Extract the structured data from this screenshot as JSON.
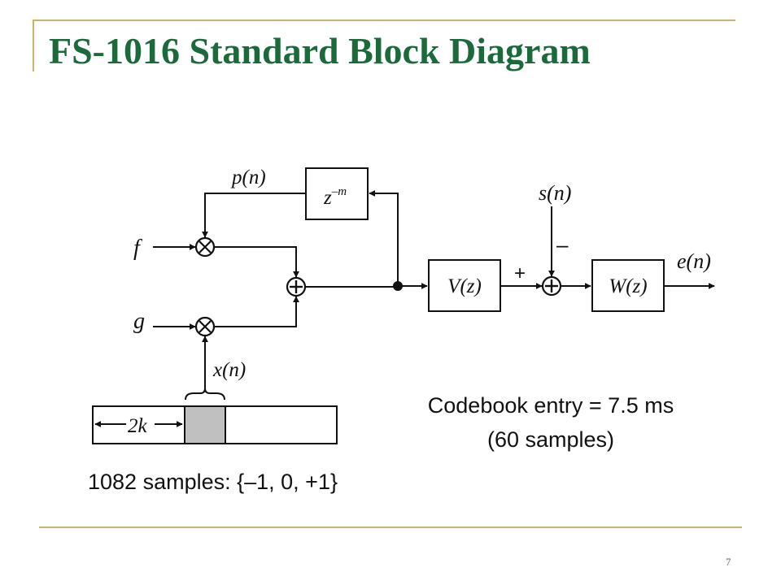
{
  "slide": {
    "title": "FS-1016 Standard Block Diagram",
    "page_number": "7"
  },
  "colors": {
    "title": "#1b6b3a",
    "frame": "#c9b46a",
    "codebook_highlight": "#c0c0c0"
  },
  "diagram": {
    "signals": {
      "pitch": "p(n)",
      "gain_f": "f",
      "gain_g": "g",
      "excitation": "x(n)",
      "speech": "s(n)",
      "error": "e(n)",
      "shift": "2k"
    },
    "blocks": {
      "delay_base": "z",
      "delay_exp": "–m",
      "synthesis": "V(z)",
      "weighting": "W(z)"
    },
    "signs": {
      "plus": "+",
      "minus": "–"
    },
    "notes": {
      "codebook_line1": "Codebook entry = 7.5 ms",
      "codebook_line2": "(60 samples)",
      "samples": "1082 samples: {–1, 0, +1}"
    }
  }
}
